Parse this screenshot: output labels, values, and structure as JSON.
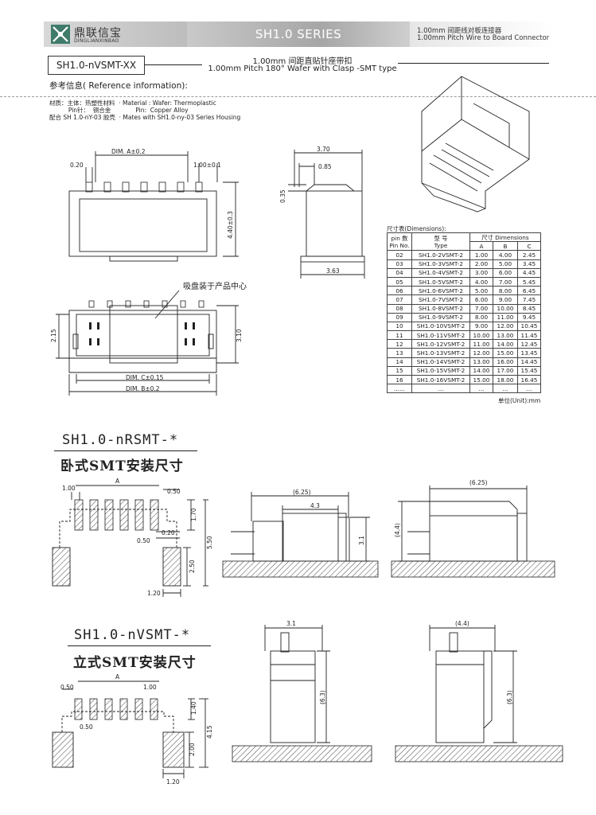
{
  "header": {
    "logo_cn": "鼎联信宝",
    "logo_en": "DINGLIANXINBAO",
    "series": "SH1.0 SERIES",
    "tag_cn": "1.00mm 间距线对板连接器",
    "tag_en": "1.00mm Pitch Wire to Board Connector"
  },
  "model": "SH1.0-nVSMT-XX",
  "title_cn": "1.00mm 间距直贴针座带扣",
  "title_en": "1.00mm Pitch 180° Wafer with Clasp -SMT type",
  "reference": "参考信息( Reference information):",
  "materials": [
    "材质：主体：热塑性材料  · Material : Wafer: Thermoplastic",
    "          Pin针：  铜合金             Pin:  Copper Alloy",
    "配合 SH 1.0-nY-03 胶壳  · Mates with SH1.0-ny-03 Series Housing"
  ],
  "front_view": {
    "dim_a": "DIM. A±0.2",
    "pitch": "1.00±0.1",
    "pin_w": "0.20",
    "height": "4.40±0.3"
  },
  "side_view": {
    "w1": "3.70",
    "w2": "0.85",
    "h1": "0.35",
    "base": "3.63"
  },
  "bottom_view": {
    "note": "吸盘装于产品中心",
    "h_left": "2.15",
    "h_right": "3.10",
    "dim_c": "DIM. C±0.15",
    "dim_b": "DIM. B±0.2"
  },
  "dim_table": {
    "title": "尺寸表(Dimensions):",
    "h_pin": "pin 数",
    "h_pin_en": "Pin No.",
    "h_type": "型 号",
    "h_type_en": "Type",
    "h_size": "尺寸   Dimensions",
    "h_a": "A",
    "h_b": "B",
    "h_c": "C",
    "rows": [
      [
        "02",
        "SH1.0-2VSMT-2",
        "1.00",
        "4.00",
        "2.45"
      ],
      [
        "03",
        "SH1.0-3VSMT-2",
        "2.00",
        "5.00",
        "3.45"
      ],
      [
        "04",
        "SH1.0-4VSMT-2",
        "3.00",
        "6.00",
        "4.45"
      ],
      [
        "05",
        "SH1.0-5VSMT-2",
        "4.00",
        "7.00",
        "5.45"
      ],
      [
        "06",
        "SH1.0-6VSMT-2",
        "5.00",
        "8.00",
        "6.45"
      ],
      [
        "07",
        "SH1.0-7VSMT-2",
        "6.00",
        "9.00",
        "7.45"
      ],
      [
        "08",
        "SH1.0-8VSMT-2",
        "7.00",
        "10.00",
        "8.45"
      ],
      [
        "09",
        "SH1.0-9VSMT-2",
        "8.00",
        "11.00",
        "9.45"
      ],
      [
        "10",
        "SH1.0-10VSMT-2",
        "9.00",
        "12.00",
        "10.45"
      ],
      [
        "11",
        "SH1.0-11VSMT-2",
        "10.00",
        "13.00",
        "11.45"
      ],
      [
        "12",
        "SH1.0-12VSMT-2",
        "11.00",
        "14.00",
        "12.45"
      ],
      [
        "13",
        "SH1.0-13VSMT-2",
        "12.00",
        "15.00",
        "13.45"
      ],
      [
        "14",
        "SH1.0-14VSMT-2",
        "13.00",
        "16.00",
        "14.45"
      ],
      [
        "15",
        "SH1.0-15VSMT-2",
        "14.00",
        "17.00",
        "15.45"
      ],
      [
        "16",
        "SH1.0-16VSMT-2",
        "15.00",
        "18.00",
        "16.45"
      ],
      [
        "......",
        "...",
        "...",
        "...",
        "..."
      ]
    ],
    "unit": "单位(Unit):mm"
  },
  "rsmt": {
    "heading": "SH1.0-nRSMT-*",
    "cn": "卧式SMT安装尺寸",
    "labels": {
      "a": "A",
      "p": "1.00",
      "w": "0.50",
      "h": "1.70",
      "ww": "0.20",
      "w2": "0.50",
      "tall": "5.50",
      "pad_h": "2.50",
      "pad_w": "1.20"
    },
    "side1": {
      "total": "(6.25)",
      "inner": "4.3",
      "h": "3.1"
    },
    "side2": {
      "total": "(6.25)",
      "h": "(4.4)"
    }
  },
  "vsmt": {
    "heading": "SH1.0-nVSMT-*",
    "cn": "立式SMT安装尺寸",
    "labels": {
      "a": "A",
      "w": "0.50",
      "p": "1.00",
      "h": "1.40",
      "w2": "0.50",
      "tall": "4.15",
      "pad_h": "2.00",
      "pad_w": "1.20"
    },
    "side1": {
      "w": "3.1",
      "h": "(6.3)"
    },
    "side2": {
      "w": "(4.4)",
      "h": "(6.3)"
    }
  }
}
